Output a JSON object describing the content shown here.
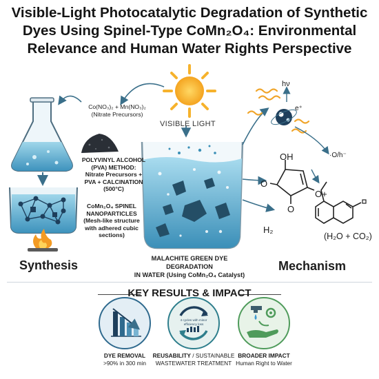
{
  "title": "Visible-Light Photocatalytic Degradation of Synthetic Dyes Using Spinel-Type CoMn₂O₄: Environmental Relevance and Human Water Rights Perspective",
  "synthesis": {
    "precursor_label_1": "Co(NO₃)₂ + Mn(NO₃)₂",
    "precursor_label_2": "(Nitrate Precursors)",
    "pva_1": "POLYVINYL ALCOHOL",
    "pva_2": "(PVA) METHOD:",
    "pva_3": "Nitrate Precursors +",
    "pva_4": "PVA + CALCINATION",
    "pva_5": "(500°C)",
    "nano_1": "CoMn₂O₄ SPINEL",
    "nano_2": "NANOPARTICLES",
    "nano_3": "(Mesh-like structure",
    "nano_4": "with adhered cubic",
    "nano_5": "sections)",
    "section_title": "Synthesis"
  },
  "center": {
    "visible_light": "VISIBLE LIGHT",
    "mg_label_1": "MALACHITE GREEN DYE DEGRADATION",
    "mg_label_2": "IN WATER (Using CoMn₂O₄ Catalyst)"
  },
  "mechanism": {
    "hv": "hν",
    "electron": "e⁺",
    "radicals": "·O/h⁻",
    "oh": "OH",
    "o_left": "O",
    "o_bottom": "O",
    "o_plus": "O+",
    "h2": "H₂",
    "products": "(H₂O + CO₂)",
    "section_title": "Mechanism"
  },
  "results": {
    "title": "KEY RESULTS & IMPACT",
    "r1_bold": "DYE REMOVAL",
    "r1_text": ">90% in 300 min",
    "r2_bold": "REUSABILITY",
    "r2_text_a": " / SUSTAINABLE",
    "r2_text_b": "WASTEWATER TREATMENT",
    "r2_icon_note_1": "4 cycles with minor",
    "r2_icon_note_2": "efficiency loss",
    "r3_bold": "BROADER IMPACT",
    "r3_text": "Human Right to Water"
  },
  "colors": {
    "water": "#6fb9d6",
    "water_dark": "#2d7ea4",
    "dark_navy": "#1e3f5c",
    "teal": "#2e7e8c",
    "sun": "#f6b22c",
    "green": "#4f9b5b"
  }
}
